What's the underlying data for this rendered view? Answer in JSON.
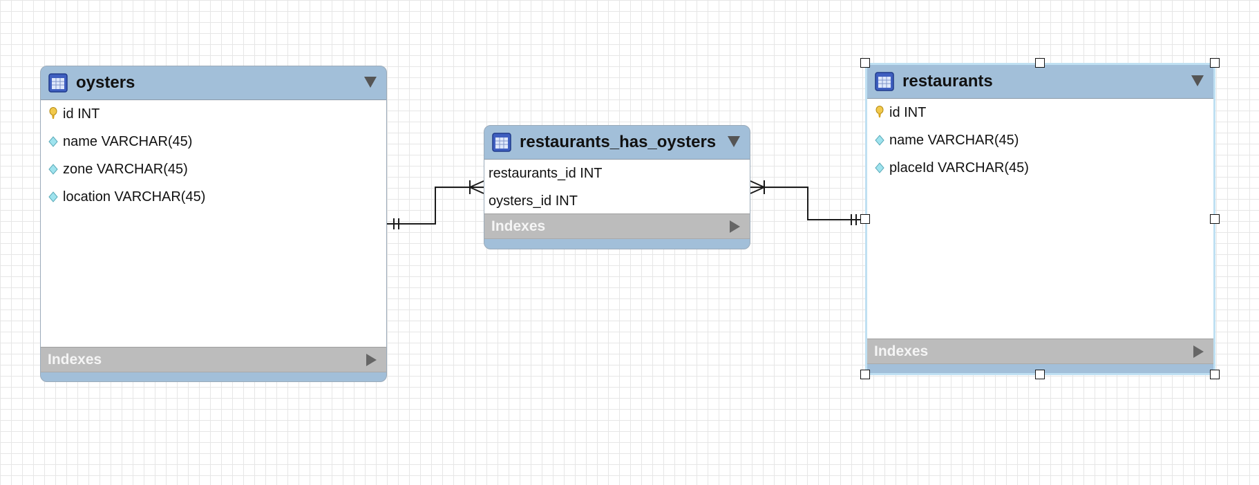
{
  "diagram": {
    "entities": {
      "oysters": {
        "title": "oysters",
        "columns": [
          {
            "text": "id INT",
            "icon": "primary-key-icon"
          },
          {
            "text": "name VARCHAR(45)",
            "icon": "column-diamond-icon"
          },
          {
            "text": "zone VARCHAR(45)",
            "icon": "column-diamond-icon"
          },
          {
            "text": "location VARCHAR(45)",
            "icon": "column-diamond-icon"
          }
        ],
        "indexes_label": "Indexes"
      },
      "junction": {
        "title": "restaurants_has_oysters",
        "columns": [
          {
            "text": "restaurants_id INT"
          },
          {
            "text": "oysters_id INT"
          }
        ],
        "indexes_label": "Indexes"
      },
      "restaurants": {
        "title": "restaurants",
        "selected": true,
        "columns": [
          {
            "text": "id INT",
            "icon": "primary-key-icon"
          },
          {
            "text": "name VARCHAR(45)",
            "icon": "column-diamond-icon"
          },
          {
            "text": "placeId VARCHAR(45)",
            "icon": "column-diamond-icon"
          }
        ],
        "indexes_label": "Indexes"
      }
    },
    "relationships": [
      {
        "from": "oysters",
        "to": "restaurants_has_oysters",
        "from_end": "one-and-only-one",
        "to_end": "one-or-many"
      },
      {
        "from": "restaurants",
        "to": "restaurants_has_oysters",
        "from_end": "one-and-only-one",
        "to_end": "one-or-many"
      }
    ],
    "colors": {
      "header": "#a2bfd9",
      "indexes_bar": "#bcbcbc",
      "selection": "#bfe0f2",
      "grid": "#e6e6e6"
    }
  }
}
